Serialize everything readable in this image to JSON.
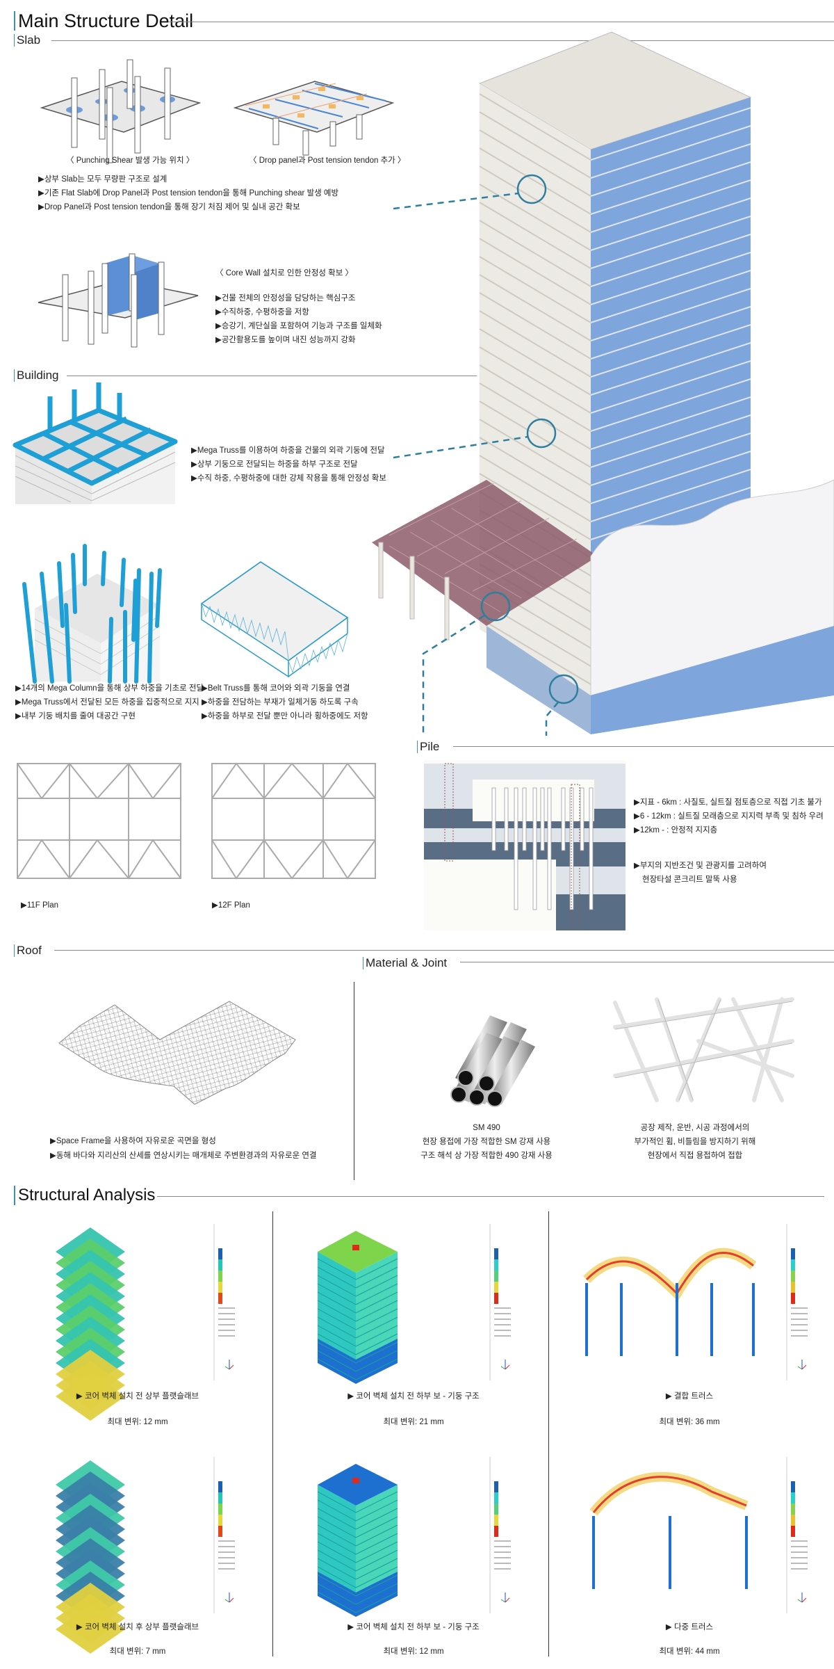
{
  "header": {
    "title": "Main Structure Detail"
  },
  "slab": {
    "title": "Slab",
    "caption_left": "〈 Punching Shear 발생 가능 위치 〉",
    "caption_right": "〈  Drop panel과 Post tension tendon 추가  〉",
    "bullets": [
      "▶상부 Slab는 모두 무량판 구조로 설계",
      "▶기존 Flat Slab에 Drop Panel과 Post tension tendon을 통해 Punching shear 발생 예방",
      "▶Drop Panel과 Post tension tendon을 통해 장기 처짐 제어 및 실내 공간 확보"
    ],
    "core_caption": "〈 Core Wall 설치로 인한 안정성 확보 〉",
    "core_bullets": [
      "▶건물 전체의 안정성을 담당하는 핵심구조",
      "▶수직하중, 수평하중을 저항",
      "▶승강기, 계단실을 포함하여 기능과 구조를 일체화",
      "▶공간활용도를 높이며 내진 성능까지 강화"
    ]
  },
  "building": {
    "title": "Building",
    "truss_bullets": [
      "▶Mega Truss를 이용하여 하중을 건물의 외곽 기둥에 전달",
      "▶상부 기둥으로 전달되는 하중을 하부 구조로 전달",
      "▶수직 하중, 수평하중에 대한 강체 작용을 통해 안정성 확보"
    ],
    "column_bullets": [
      "▶14개의 Mega Column을 통해 상부 하중을 기초로 전달",
      "▶Mega Truss에서 전달된 모든 하중을 집중적으로 지지",
      "▶내부 기둥 배치를 줄여 대공간 구현"
    ],
    "belt_bullets": [
      "▶Belt Truss를 통해 코어와 외곽 기둥을 연결",
      "▶하중을 전담하는 부재가 일체거동 하도록 구속",
      "▶하중을 하부로 전달 뿐만 아니라 횡하중에도 저항"
    ],
    "plan_11": "▶11F Plan",
    "plan_12": "▶12F Plan"
  },
  "pile": {
    "title": "Pile",
    "bullets": [
      "▶지표 - 6km : 사질토, 실트질 점토층으로 직접 기초 불가",
      "▶6 - 12km : 실트질 모래층으로 지지력 부족 및 침하 우려",
      "▶12km - : 안정적 지지층"
    ],
    "note": [
      "▶부지의 지반조건 및 관광지를 고려하여",
      "현장타설 콘크리트 말뚝 사용"
    ]
  },
  "roof": {
    "title": "Roof",
    "bullets": [
      "▶Space Frame을 사용하여 자유로운 곡면을 형성",
      "▶동해 바다와 지리산의 산세를 연상시키는 매개체로 주변환경과의 자유로운 연결"
    ]
  },
  "material": {
    "title": "Material & Joint",
    "steel": [
      "SM 490",
      "현장 용접에 가장 적합한 SM 강재 사용",
      "구조 해석 상 가장 적합한 490 강재 사용"
    ],
    "joint": [
      "공장 제작, 운반, 시공 과정에서의",
      "부가적인 휨, 비틀림을 방지하기 위해",
      "현장에서 직접 용접하여 접합"
    ]
  },
  "analysis": {
    "title": "Structural Analysis",
    "items": [
      {
        "caption": "▶ 코어 벽체 설치 전 상부 플랫슬래브",
        "result": "최대 변위: 12 mm"
      },
      {
        "caption": "▶ 코어 벽체 설치 전 하부 보 - 기둥 구조",
        "result": "최대 변위: 21 mm"
      },
      {
        "caption": "▶ 결합 트러스",
        "result": "최대 변위: 36 mm"
      },
      {
        "caption": "▶ 코어 벽체 설치 후 상부 플랫슬래브",
        "result": "최대 변위: 7 mm"
      },
      {
        "caption": "▶ 코어 벽체 설치 전 하부 보 - 기둥 구조",
        "result": "최대 변위: 12 mm"
      },
      {
        "caption": "▶ 다중 트러스",
        "result": "최대 변위: 44 mm"
      }
    ],
    "max_displacement_mm": [
      12,
      21,
      36,
      7,
      12,
      44
    ]
  },
  "colors": {
    "accent": "#3f8fb0",
    "mega": "#1e9fd6",
    "dash": "#2e7f9e",
    "glass": "#6e9ed8"
  }
}
